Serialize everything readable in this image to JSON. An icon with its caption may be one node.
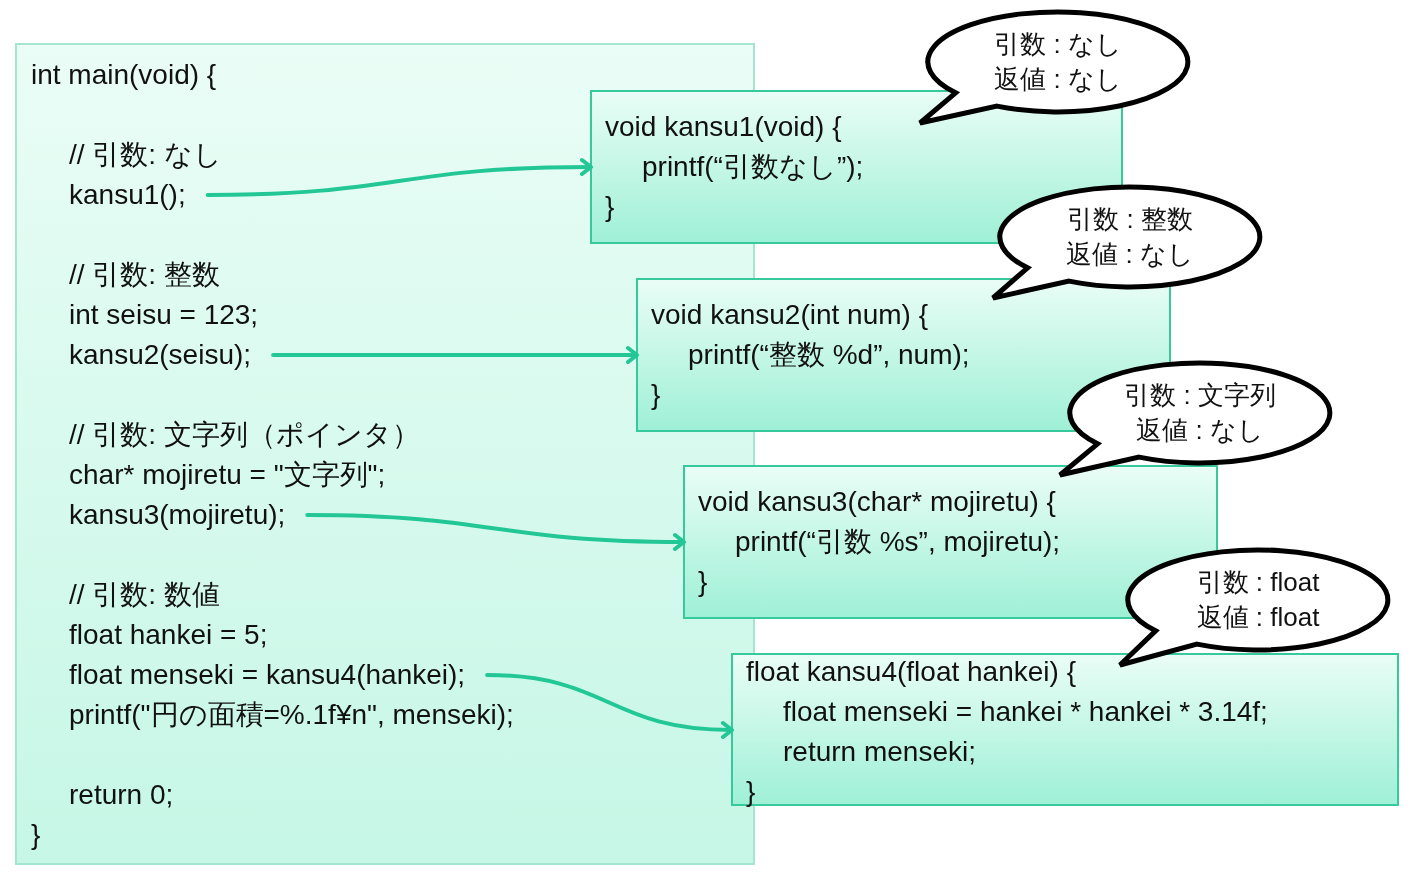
{
  "diagram": {
    "nodes": [
      {
        "text": [
          "int main(void) {",
          "// 引数: なし",
          "// 引数: 整数",
          "int seisu = 123;",
          "// 引数: 文字列（ポインタ）",
          "char* mojiretu = \"文字列\";",
          "// 引数: 数値",
          "float hankei = 5;",
          "printf(\"円の面積=%.1f¥n\", menseki);",
          "return 0;",
          "}"
        ]
      },
      {
        "text": [
          "kansu1();"
        ],
        "in": 0
      },
      {
        "text": [
          "kansu2(seisu);"
        ],
        "in": 0
      },
      {
        "text": [
          "kansu3(mojiretu);"
        ],
        "in": 0
      },
      {
        "text": [
          "float menseki = kansu4(hankei);"
        ],
        "in": 0
      },
      {
        "text": [
          "引数 : なし",
          "返値 : なし"
        ]
      },
      {
        "text": [
          "void kansu1(void) {",
          "printf(“引数なし”);",
          "}"
        ]
      },
      {
        "text": [
          "引数 : 整数",
          "返値 : なし"
        ]
      },
      {
        "text": [
          "void kansu2(int num) {",
          "printf(“整数 %d”, num);",
          "}"
        ]
      },
      {
        "text": [
          "引数 : 文字列",
          "返値 : なし"
        ]
      },
      {
        "text": [
          "void kansu3(char* mojiretu) {",
          "printf(“引数 %s”, mojiretu);",
          "}"
        ]
      },
      {
        "text": [
          "引数 : float",
          "返値 : float"
        ]
      },
      {
        "text": [
          "float kansu4(float hankei) {",
          "float menseki = hankei * hankei * 3.14f;",
          "return menseki;",
          "}"
        ]
      }
    ],
    "edges": [
      {
        "from": 1,
        "to": 6,
        "arrow": "to"
      },
      {
        "from": 2,
        "to": 8,
        "arrow": "to"
      },
      {
        "from": 3,
        "to": 10,
        "arrow": "to"
      },
      {
        "from": 4,
        "to": 12,
        "arrow": "to"
      }
    ]
  }
}
